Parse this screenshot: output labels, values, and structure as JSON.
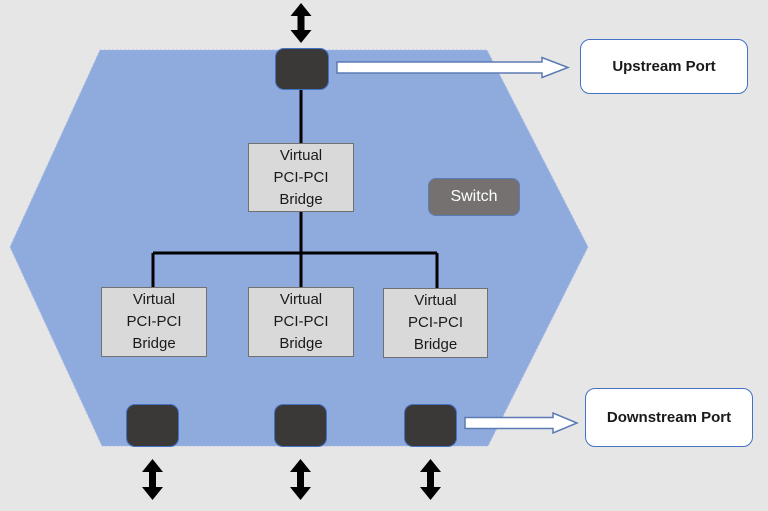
{
  "labels": {
    "switch": "Switch",
    "upstream_port": "Upstream Port",
    "downstream_port": "Downstream Port",
    "bridge": {
      "line1": "Virtual",
      "line2": "PCI-PCI",
      "line3": "Bridge"
    }
  },
  "colors": {
    "background": "#E7E6E6",
    "hexagon_fill": "#8FAADC",
    "hexagon_edge": "#A9BCE8",
    "port_fill": "#3B3838",
    "port_edge": "#4472C4",
    "bridge_fill": "#D9D9D9",
    "bridge_edge": "#707070",
    "switch_tag_fill": "#767171",
    "switch_tag_edge": "#5B7BB4",
    "switch_tag_text": "#FFFFFF",
    "label_box_fill": "#FFFFFF",
    "label_box_edge": "#4472C4",
    "flow_arrow_fill": "#FFFFFF",
    "flow_arrow_edge": "#5B7BB4",
    "connector": "#000000",
    "text": "#1A1A1A"
  }
}
